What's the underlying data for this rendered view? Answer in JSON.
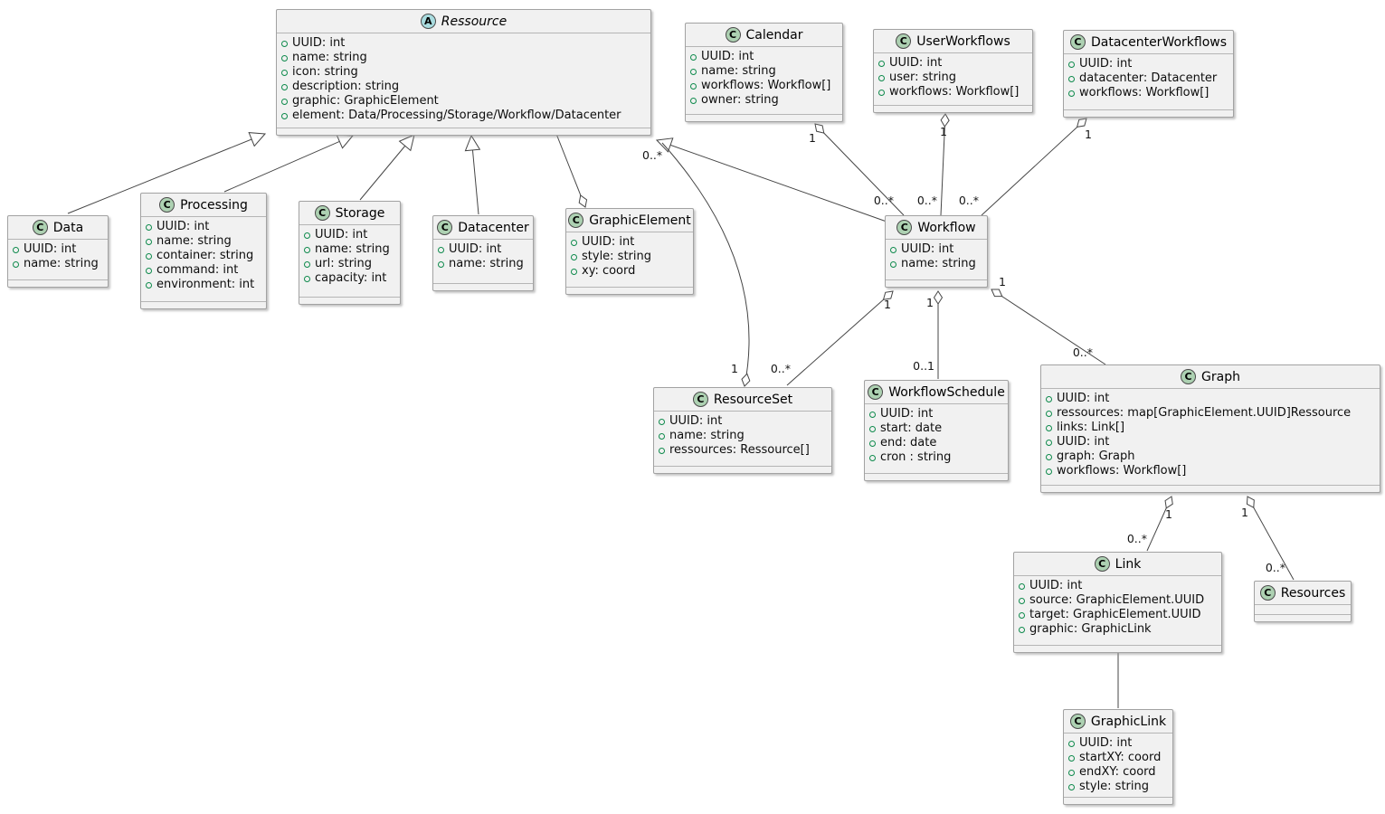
{
  "diagram": {
    "kind": "uml-class-diagram",
    "background": "#FFFFFF",
    "colors": {
      "box_bg": "#F1F1F1",
      "box_border": "#A2A2A2",
      "line": "#454545",
      "class_badge_bg": "#ADD1B2",
      "abstract_badge_bg": "#A9DCDF",
      "attribute_bullet": "#0E8A4C"
    }
  },
  "classes": [
    {
      "id": "ressource",
      "name": "Ressource",
      "badge": "A",
      "abstract": true,
      "attributes": [
        "UUID: int",
        "name: string",
        "icon: string",
        "description: string",
        "graphic: GraphicElement",
        "element: Data/Processing/Storage/Workflow/Datacenter"
      ]
    },
    {
      "id": "data",
      "name": "Data",
      "badge": "C",
      "abstract": false,
      "attributes": [
        "UUID: int",
        "name: string"
      ]
    },
    {
      "id": "processing",
      "name": "Processing",
      "badge": "C",
      "abstract": false,
      "attributes": [
        "UUID: int",
        "name: string",
        "container: string",
        "command: int",
        "environment: int"
      ]
    },
    {
      "id": "storage",
      "name": "Storage",
      "badge": "C",
      "abstract": false,
      "attributes": [
        "UUID: int",
        "name: string",
        "url: string",
        "capacity: int"
      ]
    },
    {
      "id": "datacenter",
      "name": "Datacenter",
      "badge": "C",
      "abstract": false,
      "attributes": [
        "UUID: int",
        "name: string"
      ]
    },
    {
      "id": "graphicelement",
      "name": "GraphicElement",
      "badge": "C",
      "abstract": false,
      "attributes": [
        "UUID: int",
        "style: string",
        "xy: coord"
      ]
    },
    {
      "id": "calendar",
      "name": "Calendar",
      "badge": "C",
      "abstract": false,
      "attributes": [
        "UUID: int",
        "name: string",
        "workflows: Workflow[]",
        "owner: string"
      ]
    },
    {
      "id": "userworkflows",
      "name": "UserWorkflows",
      "badge": "C",
      "abstract": false,
      "attributes": [
        "UUID: int",
        "user: string",
        "workflows: Workflow[]"
      ]
    },
    {
      "id": "datacenterworkflows",
      "name": "DatacenterWorkflows",
      "badge": "C",
      "abstract": false,
      "attributes": [
        "UUID: int",
        "datacenter: Datacenter",
        "workflows: Workflow[]"
      ]
    },
    {
      "id": "workflow",
      "name": "Workflow",
      "badge": "C",
      "abstract": false,
      "attributes": [
        "UUID: int",
        "name: string"
      ]
    },
    {
      "id": "resourceset",
      "name": "ResourceSet",
      "badge": "C",
      "abstract": false,
      "attributes": [
        "UUID: int",
        "name: string",
        "ressources: Ressource[]"
      ]
    },
    {
      "id": "workflowschedule",
      "name": "WorkflowSchedule",
      "badge": "C",
      "abstract": false,
      "attributes": [
        "UUID: int",
        "start: date",
        "end: date",
        "cron : string"
      ]
    },
    {
      "id": "graph",
      "name": "Graph",
      "badge": "C",
      "abstract": false,
      "attributes": [
        "UUID: int",
        "ressources: map[GraphicElement.UUID]Ressource",
        "links: Link[]",
        "UUID: int",
        "graph: Graph",
        "workflows: Workflow[]"
      ]
    },
    {
      "id": "link",
      "name": "Link",
      "badge": "C",
      "abstract": false,
      "attributes": [
        "UUID: int",
        "source: GraphicElement.UUID",
        "target: GraphicElement.UUID",
        "graphic: GraphicLink"
      ]
    },
    {
      "id": "resources",
      "name": "Resources",
      "badge": "C",
      "abstract": false,
      "attributes": []
    },
    {
      "id": "graphiclink",
      "name": "GraphicLink",
      "badge": "C",
      "abstract": false,
      "attributes": [
        "UUID: int",
        "startXY: coord",
        "endXY: coord",
        "style: string"
      ]
    }
  ],
  "relations": [
    {
      "id": "r1",
      "from": "Data",
      "to": "Ressource",
      "type": "extends",
      "fromLabel": "",
      "toLabel": ""
    },
    {
      "id": "r2",
      "from": "Processing",
      "to": "Ressource",
      "type": "extends",
      "fromLabel": "",
      "toLabel": ""
    },
    {
      "id": "r3",
      "from": "Storage",
      "to": "Ressource",
      "type": "extends",
      "fromLabel": "",
      "toLabel": ""
    },
    {
      "id": "r4",
      "from": "Datacenter",
      "to": "Ressource",
      "type": "extends",
      "fromLabel": "",
      "toLabel": ""
    },
    {
      "id": "r5",
      "from": "Ressource",
      "to": "GraphicElement",
      "type": "aggregation",
      "fromLabel": "",
      "toLabel": ""
    },
    {
      "id": "r6",
      "from": "Workflow",
      "to": "Ressource",
      "type": "extends",
      "fromLabel": "",
      "toLabel": ""
    },
    {
      "id": "r7",
      "from": "ResourceSet",
      "to": "Ressource",
      "type": "aggregation",
      "fromLabel": "1",
      "toLabel": "0..*"
    },
    {
      "id": "r8",
      "from": "Calendar",
      "to": "Workflow",
      "type": "aggregation",
      "fromLabel": "1",
      "toLabel": "0..*"
    },
    {
      "id": "r9",
      "from": "UserWorkflows",
      "to": "Workflow",
      "type": "aggregation",
      "fromLabel": "1",
      "toLabel": "0..*"
    },
    {
      "id": "r10",
      "from": "DatacenterWorkflows",
      "to": "Workflow",
      "type": "aggregation",
      "fromLabel": "1",
      "toLabel": "0..*"
    },
    {
      "id": "r11",
      "from": "Workflow",
      "to": "ResourceSet",
      "type": "aggregation",
      "fromLabel": "1",
      "toLabel": "0..*"
    },
    {
      "id": "r12",
      "from": "Workflow",
      "to": "WorkflowSchedule",
      "type": "aggregation",
      "fromLabel": "1",
      "toLabel": "0..1"
    },
    {
      "id": "r13",
      "from": "Workflow",
      "to": "Graph",
      "type": "aggregation",
      "fromLabel": "1",
      "toLabel": "0..*"
    },
    {
      "id": "r14",
      "from": "Graph",
      "to": "Link",
      "type": "aggregation",
      "fromLabel": "1",
      "toLabel": "0..*"
    },
    {
      "id": "r15",
      "from": "Graph",
      "to": "Resources",
      "type": "aggregation",
      "fromLabel": "1",
      "toLabel": "0..*"
    },
    {
      "id": "r16",
      "from": "Link",
      "to": "GraphicLink",
      "type": "association",
      "fromLabel": "",
      "toLabel": ""
    }
  ]
}
